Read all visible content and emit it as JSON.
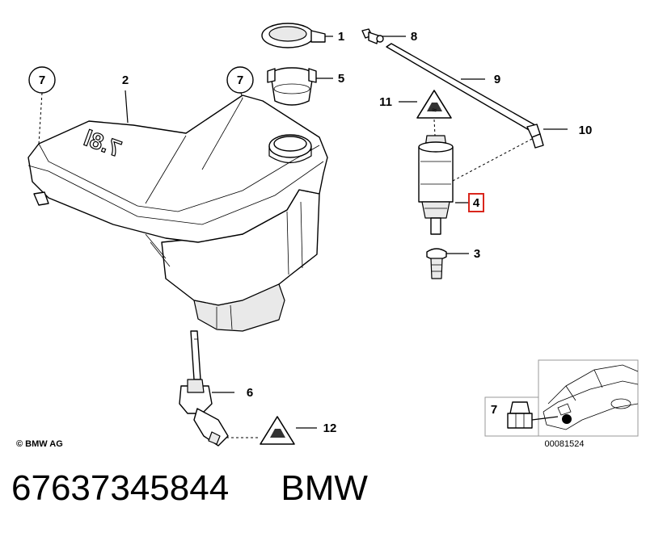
{
  "diagram": {
    "copyright": "© BMW AG",
    "reference_number": "00081524",
    "tank_marking": "7.8l",
    "callouts": {
      "c1": "1",
      "c2": "2",
      "c3": "3",
      "c4": "4",
      "c5": "5",
      "c6": "6",
      "c7a": "7",
      "c7b": "7",
      "c7c": "7",
      "c8": "8",
      "c9": "9",
      "c10": "10",
      "c11": "11",
      "c12": "12"
    },
    "highlight_color": "#d9261c"
  },
  "footer": {
    "part_number": "67637345844",
    "brand": "BMW"
  }
}
